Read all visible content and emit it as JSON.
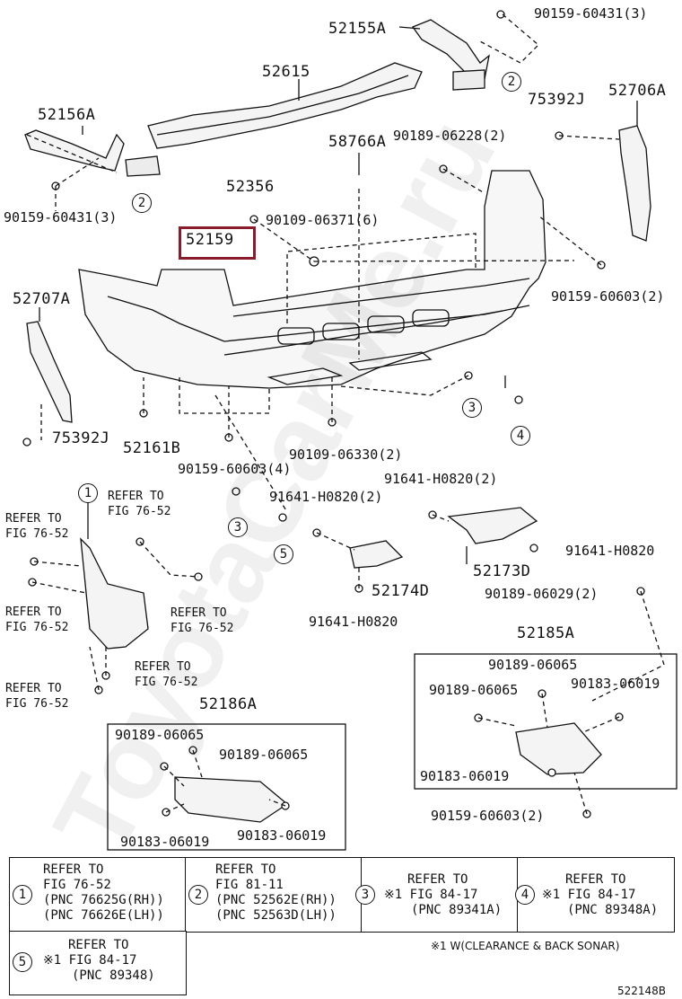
{
  "diagram": {
    "figure_code": "522148B",
    "note": "※1 W(CLEARANCE & BACK SONAR)",
    "watermark": "ToyotaCarMe.ru",
    "highlighted_part": "52159",
    "part_labels": {
      "p52155A": "52155A",
      "p90159_60431_3_top": "90159-60431(3)",
      "p52615": "52615",
      "p52156A": "52156A",
      "p75392J_top": "75392J",
      "p52706A": "52706A",
      "p58766A": "58766A",
      "p90189_06228": "90189-06228(2)",
      "p52356": "52356",
      "p90109_06371": "90109-06371(6)",
      "p90159_60431_3_left": "90159-60431(3)",
      "p52159": "52159",
      "p90159_60603_2_right": "90159-60603(2)",
      "p52707A": "52707A",
      "p75392J_bottom": "75392J",
      "p52161B": "52161B",
      "p90109_06330": "90109-06330(2)",
      "p90159_60603_4": "90159-60603(4)",
      "p91641_H0820_2_a": "91641-H0820(2)",
      "p91641_H0820_2_b": "91641-H0820(2)",
      "p91641_H0820_right": "91641-H0820",
      "p52173D": "52173D",
      "p52174D": "52174D",
      "p91641_H0820_bottom": "91641-H0820",
      "p90189_06029": "90189-06029(2)",
      "p52185A": "52185A",
      "p90189_06065_a": "90189-06065",
      "p90189_06065_b": "90189-06065",
      "p90183_06019_a": "90183-06019",
      "p90183_06019_b": "90183-06019",
      "p90159_60603_2_bottom": "90159-60603(2)",
      "p52186A": "52186A",
      "p90189_06065_c": "90189-06065",
      "p90189_06065_d": "90189-06065",
      "p90183_06019_c": "90183-06019",
      "p90183_06019_d": "90183-06019"
    },
    "refer_labels": {
      "r1a": "REFER TO",
      "r1b": "FIG 76-52",
      "r2a": "REFER TO",
      "r2b": "FIG 76-52",
      "r3a": "REFER TO",
      "r3b": "FIG 76-52",
      "r4a": "REFER TO",
      "r4b": "FIG 76-52",
      "r5a": "REFER TO",
      "r5b": "FIG 76-52",
      "r6a": "REFER TO",
      "r6b": "FIG 76-52"
    },
    "callouts": {
      "c1": "1",
      "c2a": "2",
      "c2b": "2",
      "c3a": "3",
      "c3b": "3",
      "c4": "4",
      "c5": "5"
    },
    "legend": [
      {
        "num": "1",
        "lines": [
          "REFER TO",
          "FIG 76-52",
          "(PNC 76625G(RH))",
          "(PNC 76626E(LH))"
        ]
      },
      {
        "num": "2",
        "lines": [
          "REFER TO",
          "FIG 81-11",
          "(PNC 52562E(RH))",
          "(PNC 52563D(LH))"
        ]
      },
      {
        "num": "3",
        "lines": [
          "REFER TO",
          "※1 FIG 84-17",
          "(PNC 89341A)"
        ]
      },
      {
        "num": "4",
        "lines": [
          "REFER TO",
          "※1 FIG 84-17",
          "(PNC 89348A)"
        ]
      },
      {
        "num": "5",
        "lines": [
          "REFER TO",
          "※1 FIG 84-17",
          "(PNC 89348)"
        ]
      }
    ]
  }
}
